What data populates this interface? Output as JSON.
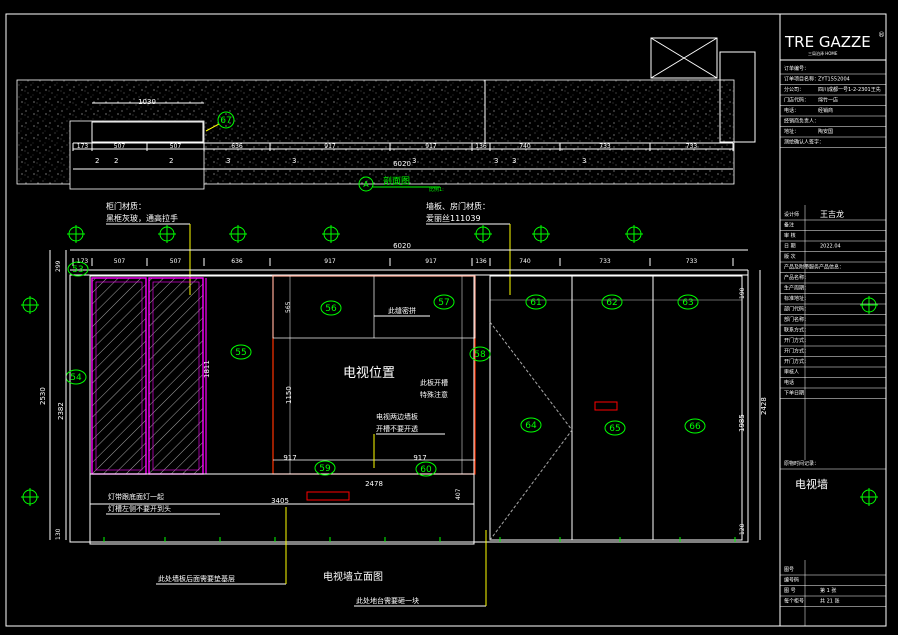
{
  "plan": {
    "tag": "67",
    "dim_top": "1030",
    "total": "6020",
    "section_letter": "A",
    "section_title": "剖面图",
    "section_scale": "比例1:",
    "dims": [
      "173",
      "507",
      "507",
      "636",
      "917",
      "917",
      "136",
      "740",
      "733",
      "733"
    ],
    "sub": [
      "2",
      "2",
      "2",
      "3",
      "3",
      "3",
      "3",
      "3",
      "3"
    ]
  },
  "notes": {
    "cabinet_line1": "柜门材质：",
    "cabinet_line2": "黑框灰玻，通高拉手",
    "panel_line1": "墙板、房门材质：",
    "panel_line2": "爱丽丝111039"
  },
  "elevation": {
    "total": "6020",
    "dims": [
      "173",
      "507",
      "507",
      "636",
      "917",
      "917",
      "136",
      "740",
      "733",
      "733"
    ],
    "tv_label": "电视位置",
    "note_sealed": "此缝密拼",
    "note_slot1": "此板开槽",
    "note_slot2": "特殊注意",
    "note_side1": "电视两边墙板",
    "note_side2": "开槽不要开透",
    "note_light1": "灯带跟底面灯一起",
    "note_light2": "灯槽左侧不要开到头",
    "note_baseboard": "此处墙板后面需要垫基层",
    "title": "电视墙立面图",
    "note_skirting": "此处地台需要砸一块",
    "d917a": "917",
    "d917b": "917",
    "d2478": "2478",
    "d3405": "3405",
    "d565": "565",
    "d1150": "1150",
    "d1811": "1811",
    "d190": "190",
    "d1985": "1985",
    "d120": "120",
    "d407": "407",
    "d299": "299",
    "d2382": "2382",
    "d2530": "2530",
    "d130": "130",
    "d2428": "2428"
  },
  "tags": [
    "53",
    "54",
    "55",
    "56",
    "57",
    "58",
    "59",
    "60",
    "61",
    "62",
    "63",
    "64",
    "65",
    "66"
  ],
  "title_block": {
    "brand": "TRE GAZZE",
    "reg": "®",
    "brand_sub": "三局泊泽 HOME",
    "drawing_name": "电视墙",
    "top_rows": [
      "订单编号：",
      "ZYT1552004",
      "订单项目名称：",
      "四川成都一号1-2-2301王先",
      "分公司：",
      "绵竹一店",
      "门店代码：",
      "经销商",
      "电话：",
      "经销商负责人：",
      "陶安国",
      "地址：",
      "测绘确认人签字："
    ],
    "bottom_rows": [
      "设计师",
      "王吉龙",
      "备注",
      "审 核",
      "日 期",
      "2022.04",
      "版 次",
      "产品及附带服务产品信息：",
      "产品名称：",
      "生产周期：",
      "标准地址：",
      "部门代码：",
      "部门名称：",
      "联系方式：",
      "开门方式：",
      "开门方式：",
      "开门方式：",
      "审核人",
      "电话",
      "下单日期",
      "原物时间记录：",
      "图号",
      "编号码",
      "图 号",
      "第 1 张",
      "每个柜号",
      "共 21 张"
    ]
  }
}
